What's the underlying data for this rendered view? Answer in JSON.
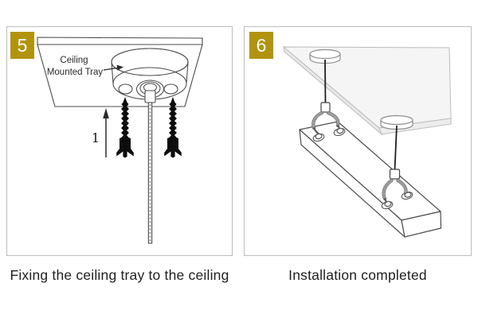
{
  "page": {
    "type": "installation-instructions",
    "colors": {
      "badge_bg": "#b2930f",
      "badge_text": "#ffffff",
      "panel_border": "#bdbdbd",
      "outline_dark": "#4d4d4d",
      "screw_black": "#0d0d0d",
      "glass_fill": "#f5f5f5",
      "glass_edge_fill": "#e8e8e8",
      "caption_text": "#1f1f1f"
    }
  },
  "panels": [
    {
      "badge": "5",
      "caption": "Fixing the ceiling tray to the ceiling",
      "annotations": {
        "tray_label_line1": "Ceiling",
        "tray_label_line2": "Mounted Tray",
        "step_marker": "1"
      }
    },
    {
      "badge": "6",
      "caption": "Installation completed"
    }
  ]
}
